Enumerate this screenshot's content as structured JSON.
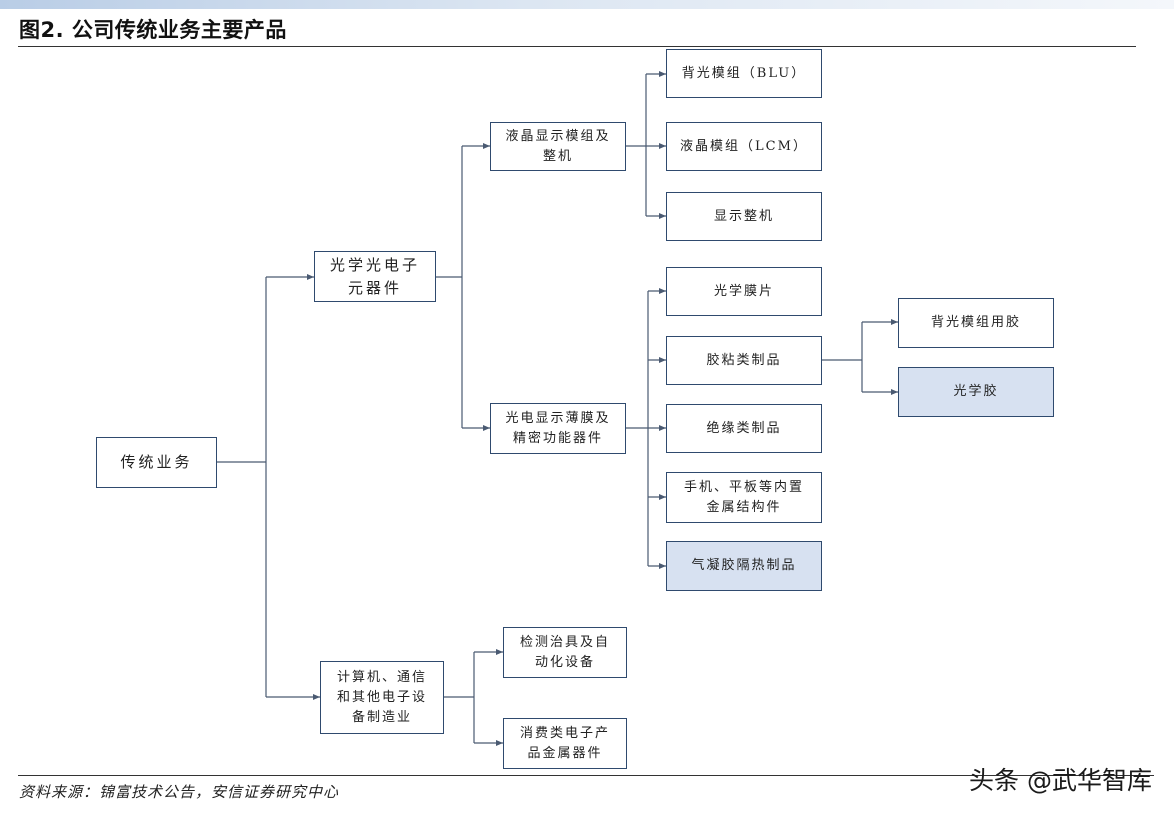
{
  "figure": {
    "title": "图2. 公司传统业务主要产品",
    "source": "资料来源：锦富技术公告，安信证券研究中心",
    "watermark": "头条 @武华智库"
  },
  "colors": {
    "border": "#2f4a6e",
    "highlight_fill": "#d7e1f1",
    "connector": "#4a5a72"
  },
  "nodes": {
    "root": "传统业务",
    "optical": "光学光电子\n元器件",
    "lcd": "液晶显示模组及\n整机",
    "blu": "背光模组（BLU）",
    "lcm": "液晶模组（LCM）",
    "display": "显示整机",
    "thinfilm": "光电显示薄膜及\n精密功能器件",
    "film": "光学膜片",
    "adhesive": "胶粘类制品",
    "blu_glue": "背光模组用胶",
    "optical_glue": "光学胶",
    "insulation": "绝缘类制品",
    "metal_struct": "手机、平板等内置\n金属结构件",
    "aerogel": "气凝胶隔热制品",
    "computer": "计算机、通信\n和其他电子设\n备制造业",
    "testing": "检测治具及自\n动化设备",
    "consumer": "消费类电子产\n品金属器件"
  }
}
